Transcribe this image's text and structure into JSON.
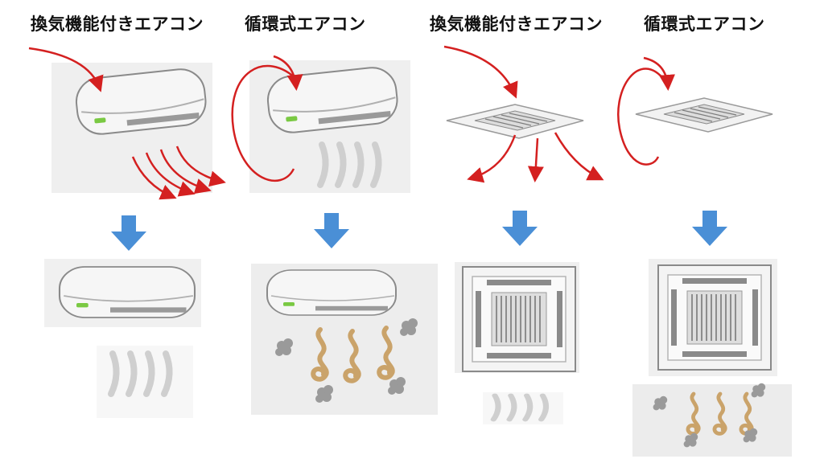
{
  "columns": [
    {
      "title": "換気機能付きエアコン",
      "unit_type": "wall-mounted",
      "airflow": "ventilation"
    },
    {
      "title": "循環式エアコン",
      "unit_type": "wall-mounted",
      "airflow": "circulation"
    },
    {
      "title": "換気機能付きエアコン",
      "unit_type": "ceiling-cassette",
      "airflow": "ventilation"
    },
    {
      "title": "循環式エアコン",
      "unit_type": "ceiling-cassette",
      "airflow": "circulation"
    }
  ],
  "colors": {
    "airflow_arrow": "#d42020",
    "down_arrow": "#4a8fd6",
    "unit_body": "#f4f4f4",
    "unit_outline": "#8a8a8a",
    "indicator": "#7ac943",
    "dust": "#8e8e8e",
    "germ": "#caa36a",
    "panel_bg": "#ececec"
  }
}
